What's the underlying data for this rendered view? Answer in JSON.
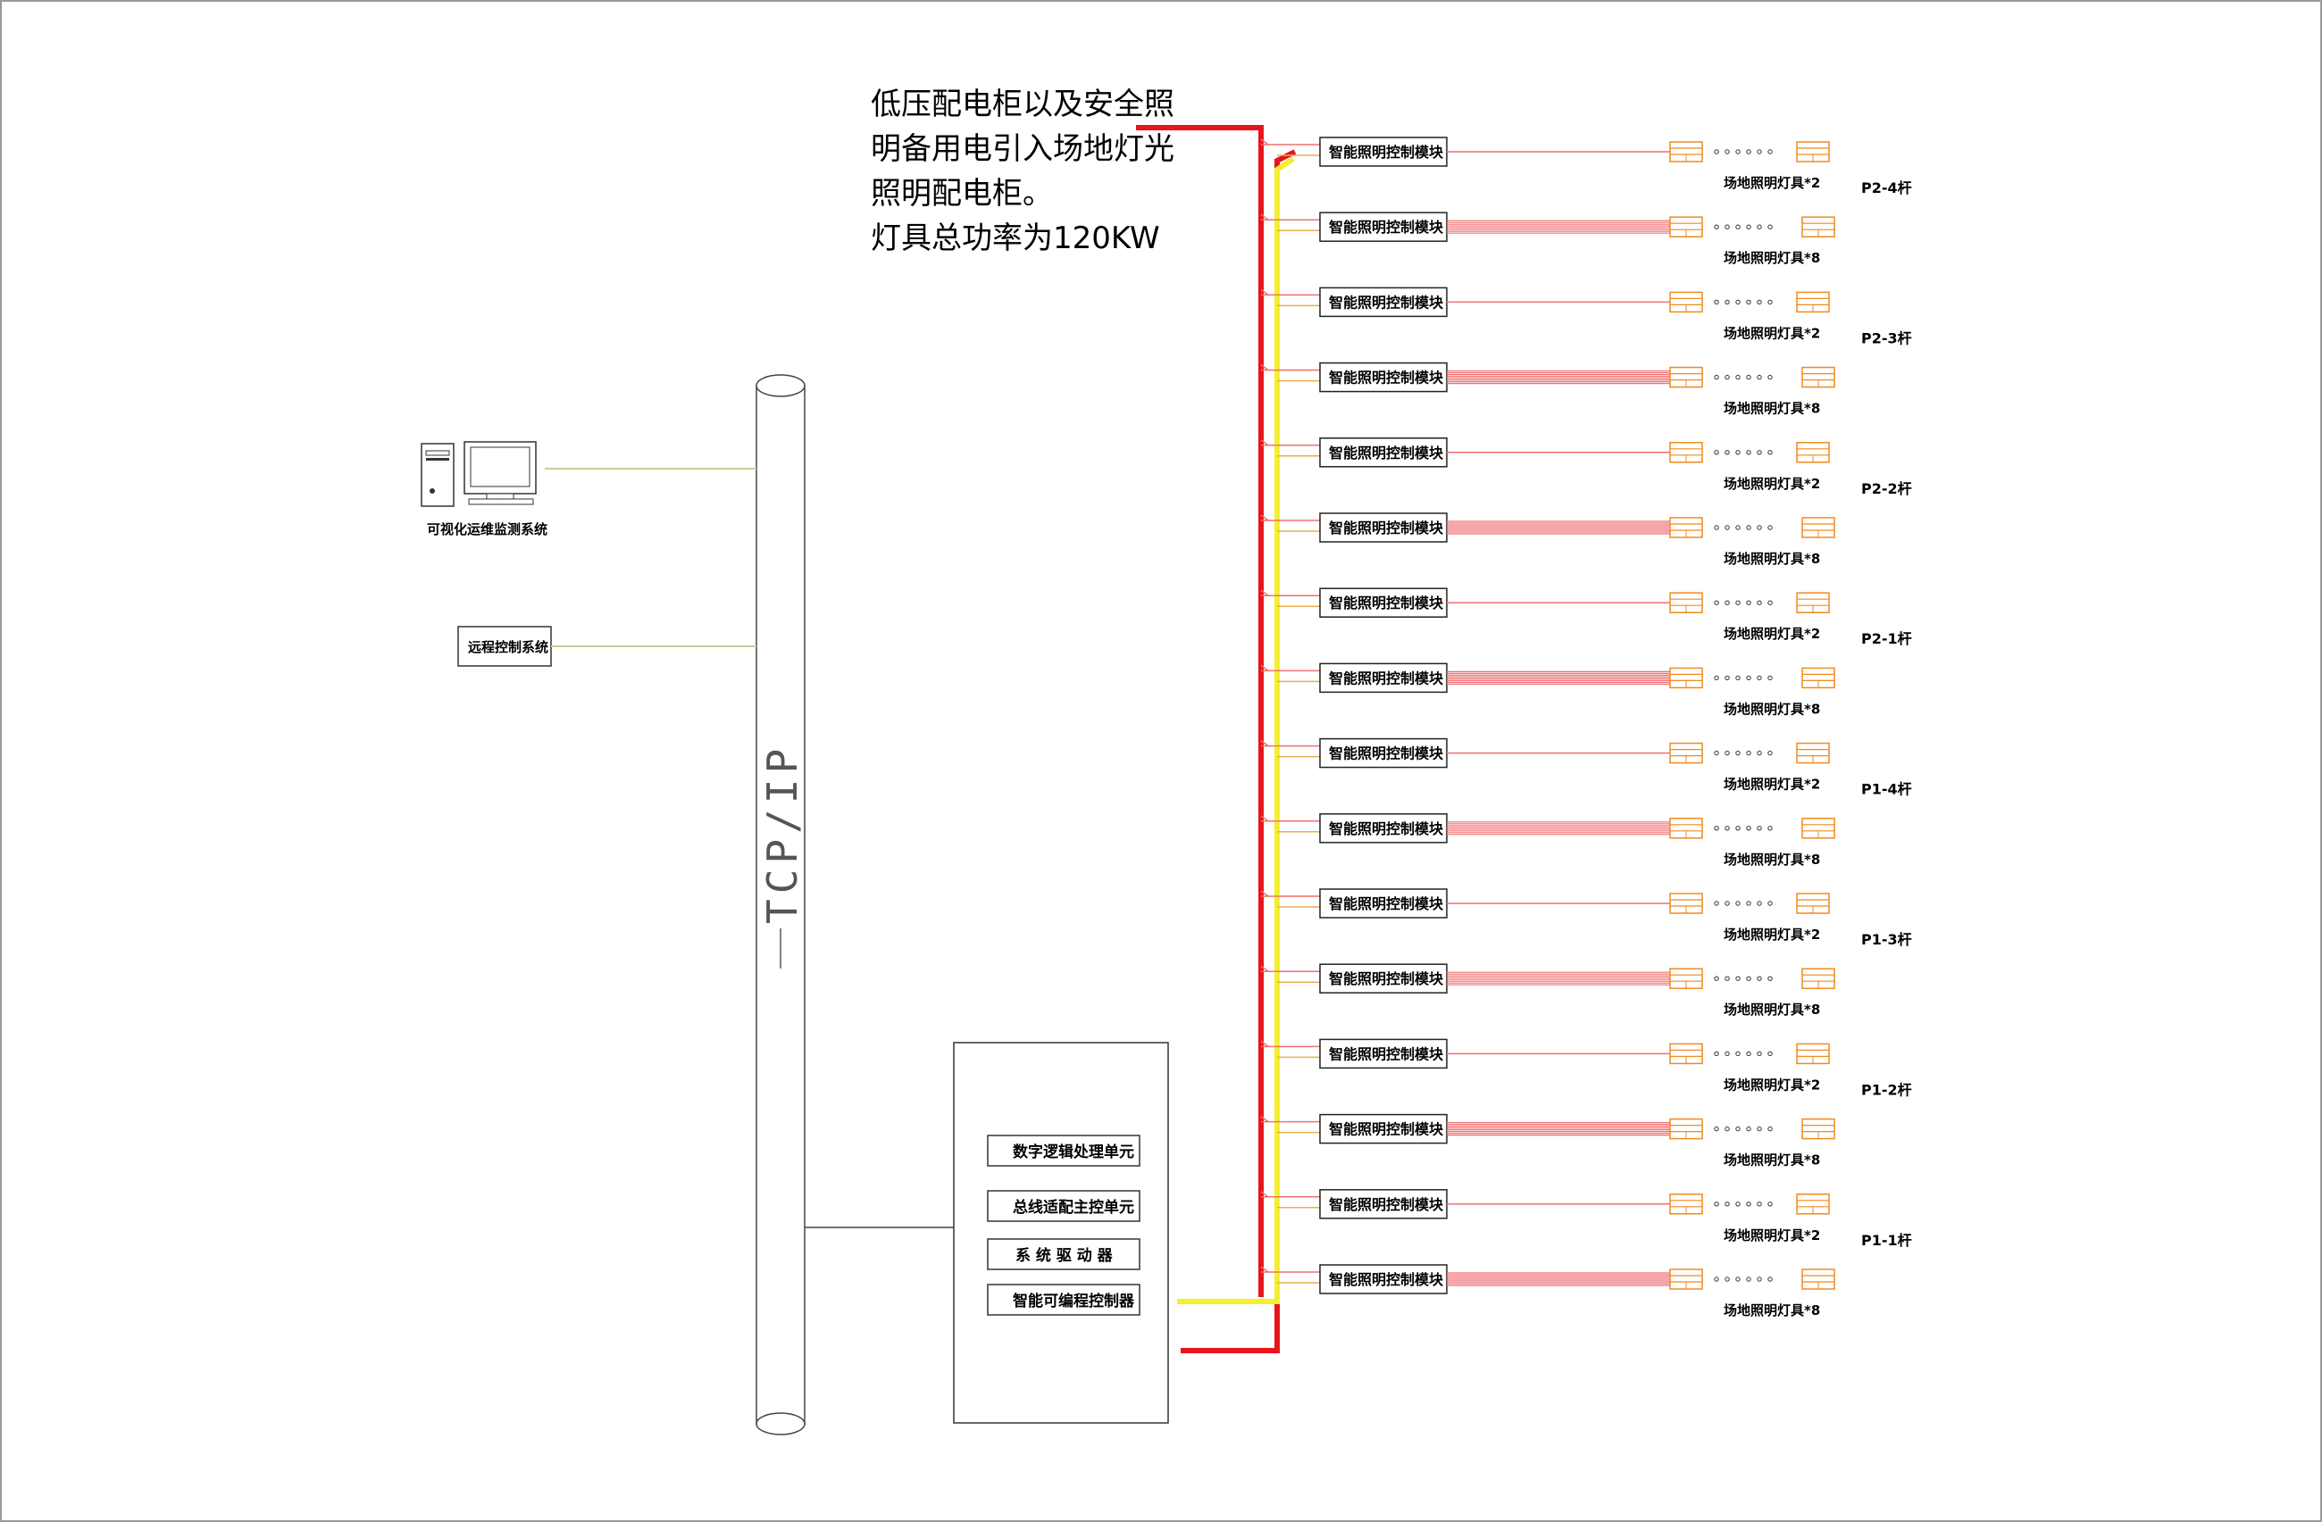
{
  "note": {
    "lines": [
      "低压配电柜以及安全照",
      "明备用电引入场地灯光",
      "照明配电柜。",
      "灯具总功率为120KW"
    ]
  },
  "network": {
    "bus_label": "TCP/IP",
    "monitor_system_label": "可视化运维监测系统",
    "remote_control_label": "远程控制系统"
  },
  "controller": {
    "units": [
      "数字逻辑处理单元",
      "总线适配主控单元",
      "系 统 驱 动 器",
      "智能可编程控制器"
    ]
  },
  "rows": [
    {
      "module": "智能照明控制模块",
      "lamp": "场地照明灯具*2",
      "pole": "P2-4杆",
      "lines": 1
    },
    {
      "module": "智能照明控制模块",
      "lamp": "场地照明灯具*8",
      "pole": "",
      "lines": 8
    },
    {
      "module": "智能照明控制模块",
      "lamp": "场地照明灯具*2",
      "pole": "P2-3杆",
      "lines": 1
    },
    {
      "module": "智能照明控制模块",
      "lamp": "场地照明灯具*8",
      "pole": "",
      "lines": 8
    },
    {
      "module": "智能照明控制模块",
      "lamp": "场地照明灯具*2",
      "pole": "P2-2杆",
      "lines": 1
    },
    {
      "module": "智能照明控制模块",
      "lamp": "场地照明灯具*8",
      "pole": "",
      "lines": 8
    },
    {
      "module": "智能照明控制模块",
      "lamp": "场地照明灯具*2",
      "pole": "P2-1杆",
      "lines": 1
    },
    {
      "module": "智能照明控制模块",
      "lamp": "场地照明灯具*8",
      "pole": "",
      "lines": 8
    },
    {
      "module": "智能照明控制模块",
      "lamp": "场地照明灯具*2",
      "pole": "P1-4杆",
      "lines": 1
    },
    {
      "module": "智能照明控制模块",
      "lamp": "场地照明灯具*8",
      "pole": "",
      "lines": 8
    },
    {
      "module": "智能照明控制模块",
      "lamp": "场地照明灯具*2",
      "pole": "P1-3杆",
      "lines": 1
    },
    {
      "module": "智能照明控制模块",
      "lamp": "场地照明灯具*8",
      "pole": "",
      "lines": 8
    },
    {
      "module": "智能照明控制模块",
      "lamp": "场地照明灯具*2",
      "pole": "P1-2杆",
      "lines": 1
    },
    {
      "module": "智能照明控制模块",
      "lamp": "场地照明灯具*8",
      "pole": "",
      "lines": 8
    },
    {
      "module": "智能照明控制模块",
      "lamp": "场地照明灯具*2",
      "pole": "P1-1杆",
      "lines": 1
    },
    {
      "module": "智能照明控制模块",
      "lamp": "场地照明灯具*8",
      "pole": "",
      "lines": 8
    }
  ],
  "colors": {
    "power": "#e8141c",
    "signal": "#f5ef2e",
    "feeder": "#f07070",
    "lamp": "#f08a1e",
    "network": "#c6cf9a",
    "border": "#999999"
  }
}
